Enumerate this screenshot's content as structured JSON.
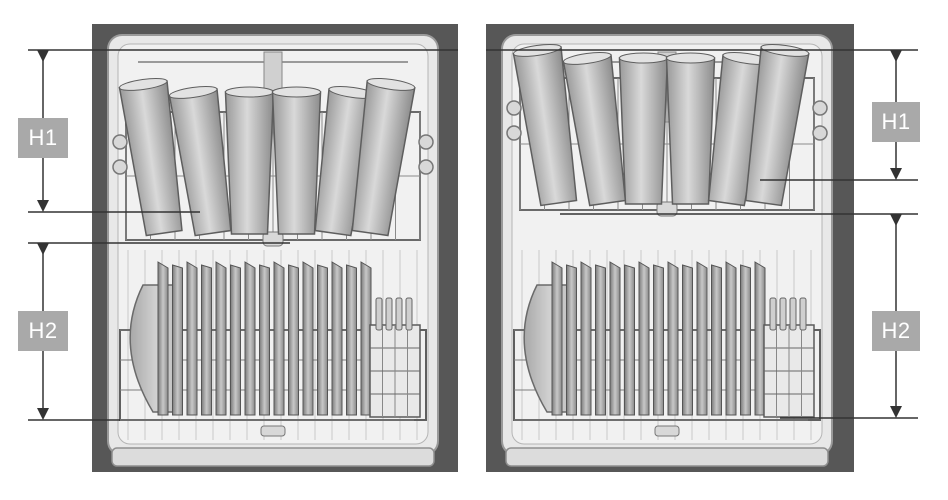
{
  "labels": {
    "left_h1": "H1",
    "left_h2": "H2",
    "right_h1": "H1",
    "right_h2": "H2"
  },
  "colors": {
    "cabinet_dark": "#575757",
    "tub": "#e6e6e6",
    "rack_line": "#6a6a6a",
    "item_fill": "#bfbfbf",
    "label_bg": "#a9a9a9",
    "label_text": "#ffffff"
  }
}
